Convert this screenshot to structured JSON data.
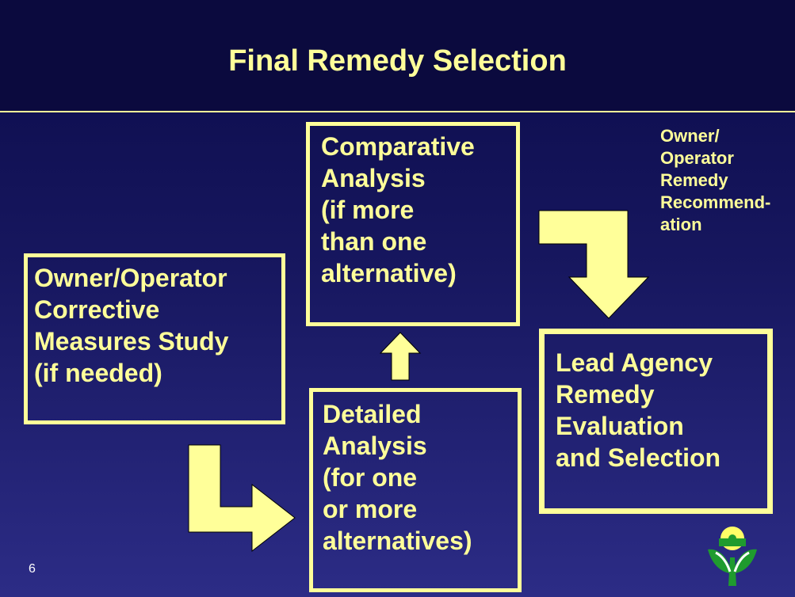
{
  "slide": {
    "title": "Final Remedy Selection",
    "page_number": "6",
    "colors": {
      "accent": "#ffff99",
      "background": "#1a1a66",
      "title_bar": "#0b0a3e"
    }
  },
  "diagram": {
    "boxes": [
      {
        "id": "owner-operator-study",
        "text": "Owner/Operator\nCorrective\nMeasures Study\n(if needed)"
      },
      {
        "id": "comparative-analysis",
        "text": "Comparative\nAnalysis\n(if more\nthan one\nalternative)"
      },
      {
        "id": "detailed-analysis",
        "text": "Detailed\nAnalysis\n(for one\nor more\nalternatives)"
      },
      {
        "id": "lead-agency",
        "text": "Lead Agency\nRemedy\nEvaluation\nand Selection"
      }
    ],
    "side_label": "Owner/\nOperator\nRemedy\nRecommend-\n   ation",
    "arrows": [
      {
        "from": "owner-operator-study",
        "to": "detailed-analysis"
      },
      {
        "from": "detailed-analysis",
        "to": "comparative-analysis"
      },
      {
        "from": "comparative-analysis",
        "to": "lead-agency"
      }
    ]
  },
  "logo": {
    "icon": "epa-logo-icon"
  }
}
